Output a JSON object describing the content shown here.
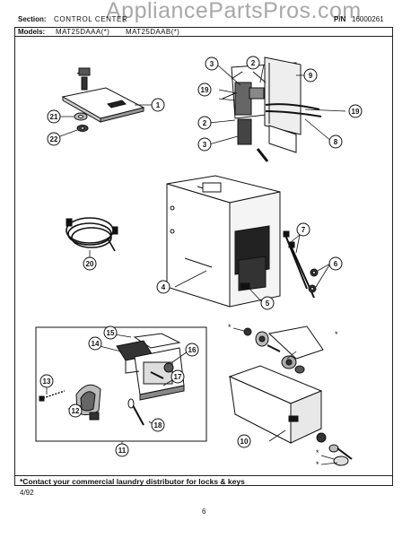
{
  "header": {
    "section_label": "Section:",
    "section_value": "CONTROL CENTER",
    "pn_label": "P/N",
    "pn_value": "16000261",
    "models_label": "Models:",
    "model_1": "MAT25DAAA(*)",
    "model_2": "MAT25DAAB(*)",
    "watermark": "AppliancePartsPros.com"
  },
  "callouts": [
    "1",
    "2",
    "3",
    "4",
    "5",
    "6",
    "7",
    "8",
    "9",
    "10",
    "11",
    "12",
    "13",
    "14",
    "15",
    "16",
    "17",
    "18",
    "19",
    "20",
    "21",
    "22"
  ],
  "footer": {
    "note": "*Contact your commercial laundry distributor for locks & keys",
    "date": "4/92",
    "page_number": "6"
  }
}
